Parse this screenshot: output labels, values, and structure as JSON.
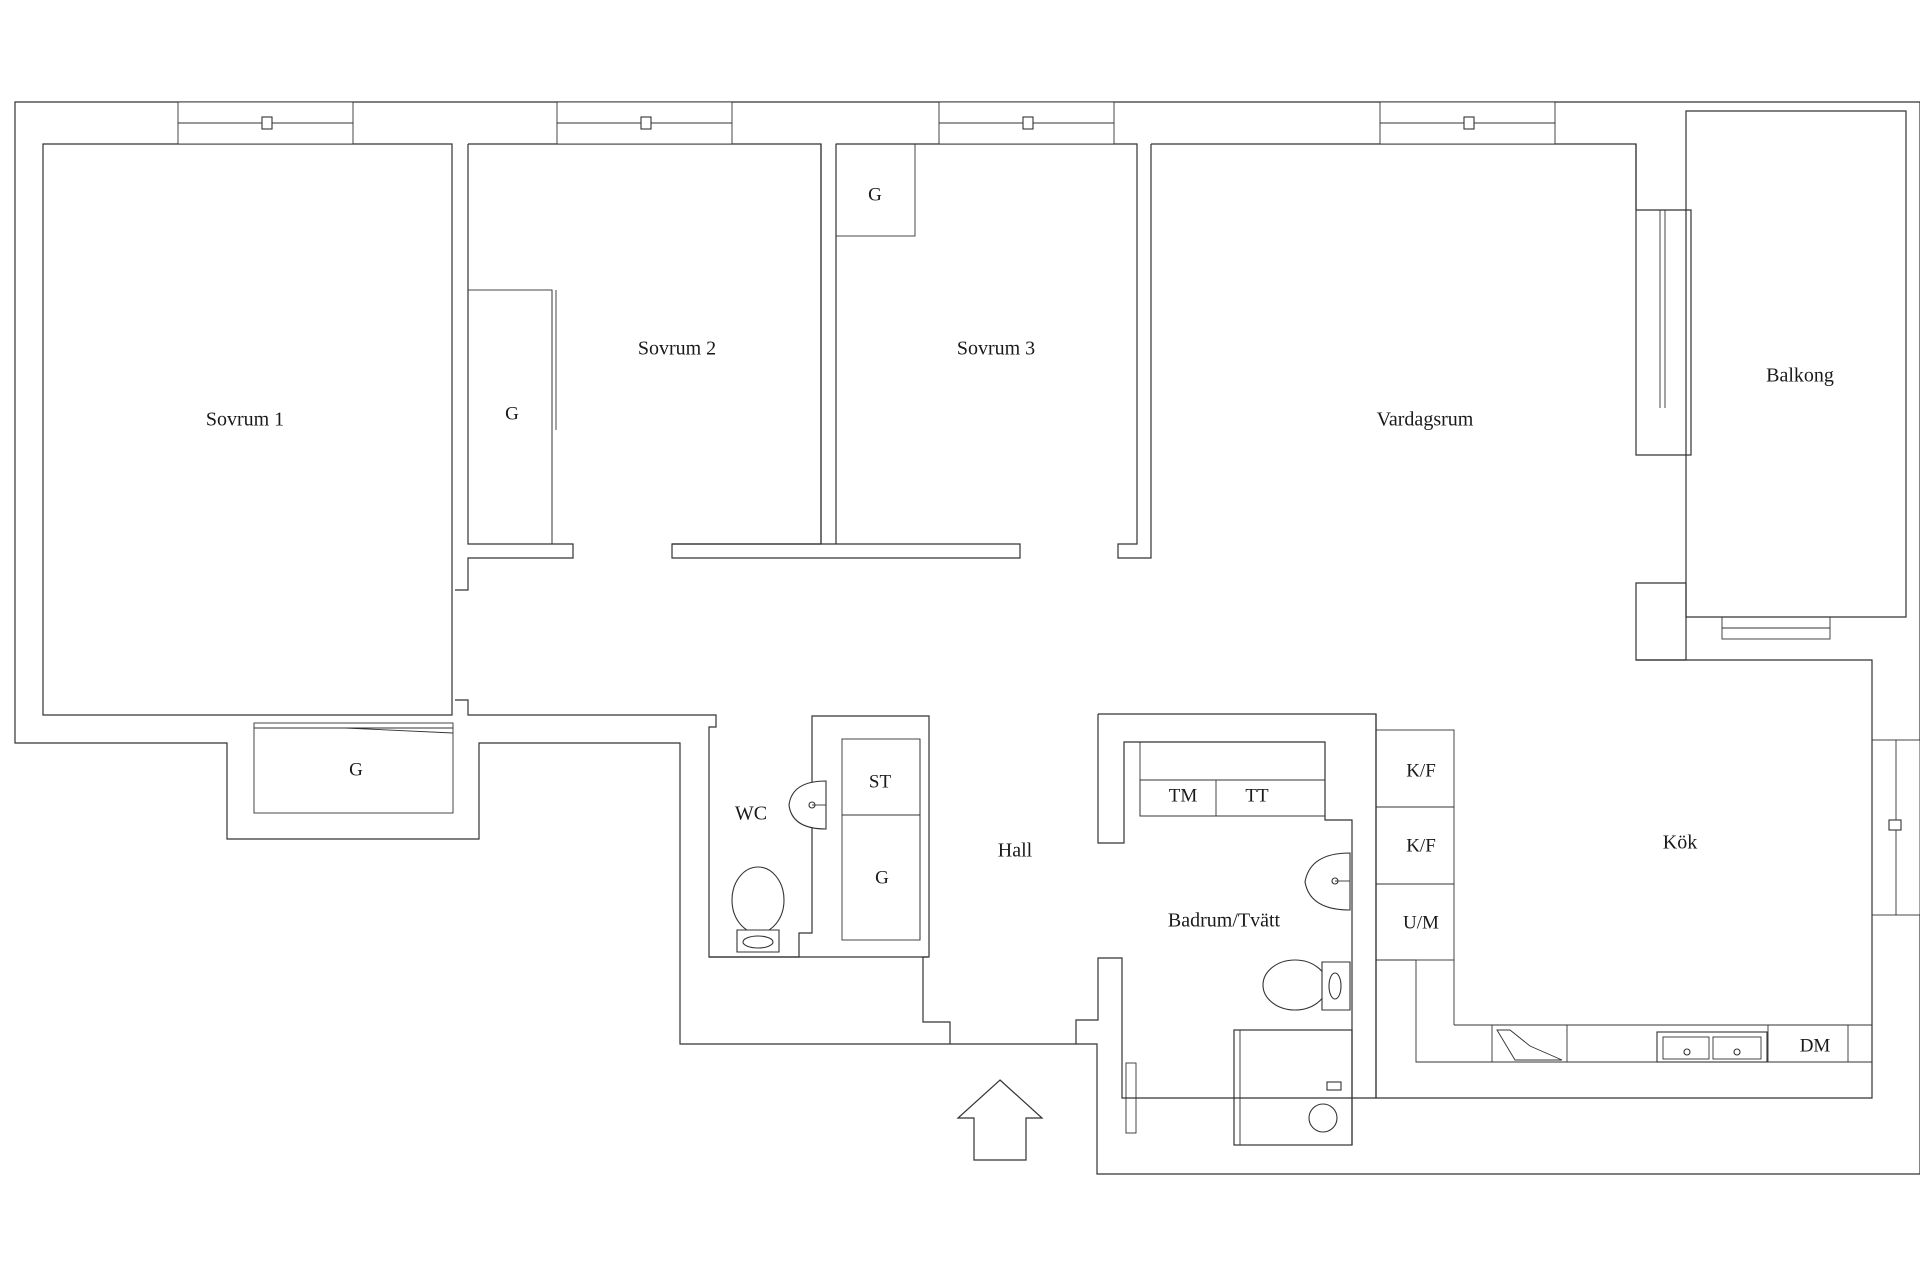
{
  "rooms": {
    "sovrum_1": "Sovrum 1",
    "sovrum_2": "Sovrum 2",
    "sovrum_3": "Sovrum 3",
    "vardagsrum": "Vardagsrum",
    "balkong": "Balkong",
    "wc": "WC",
    "hall": "Hall",
    "badrum": "Badrum/Tvätt",
    "kok": "Kök"
  },
  "fixtures": {
    "g_sovrum2": "G",
    "g_sovrum3": "G",
    "g_sovrum1": "G",
    "g_hall": "G",
    "st": "ST",
    "tm": "TM",
    "tt": "TT",
    "kf_1": "K/F",
    "kf_2": "K/F",
    "um": "U/M",
    "dm": "DM"
  }
}
